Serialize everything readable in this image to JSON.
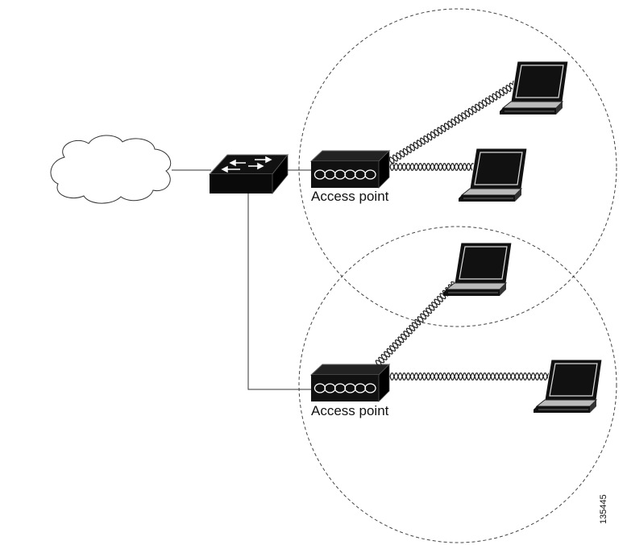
{
  "diagram": {
    "access_point_1_label": "Access point",
    "access_point_2_label": "Access point",
    "figure_id": "135445",
    "colors": {
      "device": "#111111",
      "line": "#333333",
      "background": "#ffffff"
    },
    "icons": [
      "cloud-icon",
      "switch-icon",
      "access-point-icon",
      "laptop-icon",
      "wireless-link-icon"
    ]
  }
}
